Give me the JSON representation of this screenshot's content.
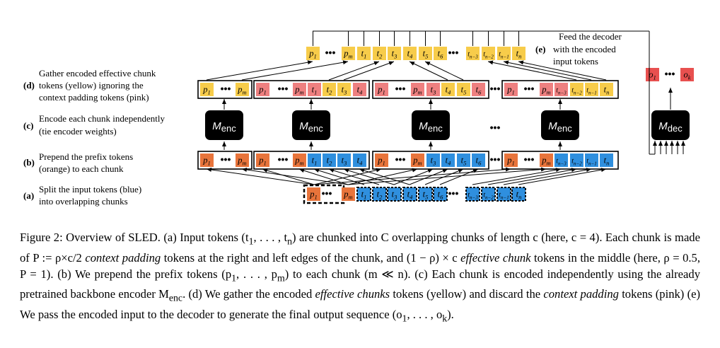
{
  "steps": {
    "d": {
      "letter": "(d)",
      "line1": "Gather encoded effective chunk",
      "line2": "tokens (yellow) ignoring the",
      "line3": "context padding tokens (pink)"
    },
    "c": {
      "letter": "(c)",
      "line1": "Encode each chunk independently",
      "line2": "(tie encoder weights)"
    },
    "b": {
      "letter": "(b)",
      "line1": "Prepend the prefix tokens",
      "line2": "(orange) to each chunk"
    },
    "a": {
      "letter": "(a)",
      "line1": "Split the input tokens (blue)",
      "line2": "into overlapping chunks"
    },
    "e": {
      "letter": "(e)",
      "line1": "Feed the decoder",
      "line2": "with the encoded",
      "line3": "input tokens"
    }
  },
  "encoder_label": "M",
  "encoder_sub": "enc",
  "decoder_label": "M",
  "decoder_sub": "dec",
  "ellipsis": "•••",
  "tokens": {
    "p1": "p1",
    "pm": "pm",
    "t1": "t1",
    "t2": "t2",
    "t3": "t3",
    "t4": "t4",
    "t5": "t5",
    "t6": "t6",
    "tn3": "tn−3",
    "tn2": "tn−2",
    "tn1": "tn−1",
    "tn": "tn",
    "o1": "o1",
    "ok": "ok"
  },
  "colors": {
    "blue": "#2f8fde",
    "yellow": "#f7cc4a",
    "pink": "#ee8080",
    "orange": "#e8743b",
    "red": "#e8504f",
    "block": "#000000"
  },
  "caption": {
    "p1": "Figure 2: Overview of SLED. (a) Input tokens (t",
    "p2": ", . . . , t",
    "p3": ") are chunked into C overlapping chunks of length c (here, c = 4). Each chunk is made of P := ρ×c/2 ",
    "p4": "context padding",
    "p5": " tokens at the right and left edges of the chunk, and (1 − ρ) × c ",
    "p6": "effective chunk",
    "p7": " tokens in the middle (here, ρ = 0.5, P = 1). (b) We prepend the prefix tokens (p",
    "p8": ", . . . , p",
    "p9": ") to each chunk (m ≪ n). (c) Each chunk is encoded independently using the already pretrained backbone encoder M",
    "p10": "enc",
    "p11": ". (d) We gather the encoded ",
    "p12": "effective chunks",
    "p13": " tokens (yellow) and discard the ",
    "p14": "context padding",
    "p15": " tokens (pink) (e) We pass the encoded input to the decoder to generate the final output sequence (o",
    "p16": ", . . . , o",
    "p17": ")."
  }
}
